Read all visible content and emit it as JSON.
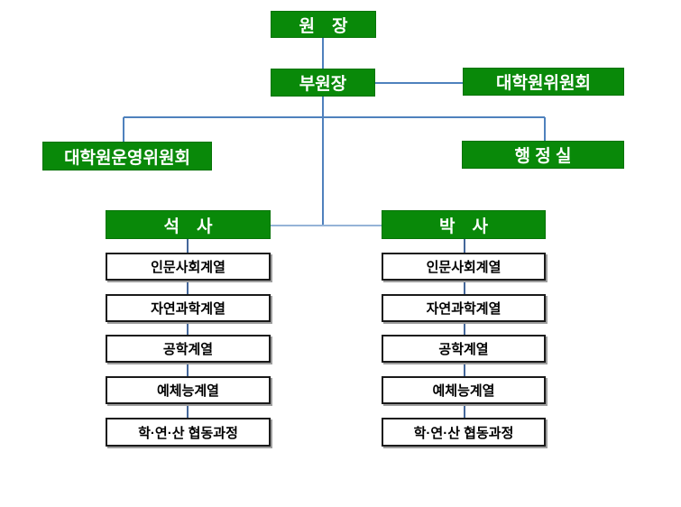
{
  "org_chart": {
    "nodes": {
      "director": "원　장",
      "vice_director": "부원장",
      "graduate_committee": "대학원위원회",
      "operating_committee": "대학원운영위원회",
      "admin_office": "행 정 실",
      "masters": "석　사",
      "doctoral": "박　사"
    },
    "tracks": [
      "인문사회계열",
      "자연과학계열",
      "공학계열",
      "예체능계열",
      "학·연·산 협동과정"
    ],
    "colors": {
      "node_green_fill": "#098909",
      "node_green_border": "#077307",
      "connector_blue": "#4F81BD",
      "connector_light_blue": "#95B3D7",
      "connector_dark_blue": "#44679A",
      "white_box_border": "#1a1a1a",
      "white_box_shadow": "#9e9e9e",
      "text_on_green": "#ffffff",
      "text_on_white": "#000000"
    }
  }
}
